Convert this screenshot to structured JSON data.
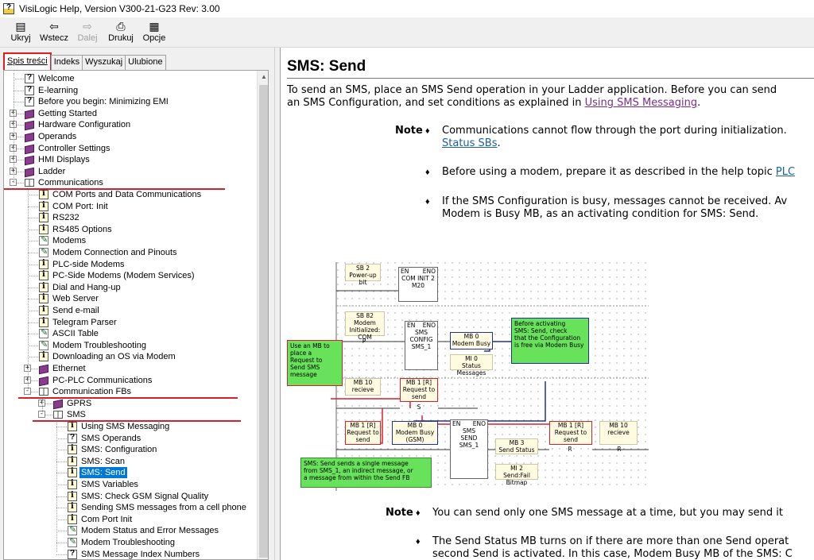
{
  "window": {
    "title": "VisiLogic Help, Version V300-21-G23 Rev: 3.00"
  },
  "toolbar": {
    "hide": "Ukryj",
    "back": "Wstecz",
    "forward": "Dalej",
    "print": "Drukuj",
    "options": "Opcje"
  },
  "tabs": [
    "Spis treści",
    "Indeks",
    "Wyszukaj",
    "Ulubione"
  ],
  "tree": {
    "items": [
      "Welcome",
      "E-learning",
      "Before you begin: Minimizing EMI",
      "Getting Started",
      "Hardware Configuration",
      "Operands",
      "Controller Settings",
      "HMI Displays",
      "Ladder",
      "Communications",
      "COM Ports and Data Communications",
      "COM Port: Init",
      "RS232",
      "RS485 Options",
      "Modems",
      "Modem Connection and Pinouts",
      "PLC-side Modems",
      "PC-Side Modems (Modem Services)",
      "Dial and Hang-up",
      "Web Server",
      "Send e-mail",
      "Telegram Parser",
      "ASCII Table",
      "Modem Troubleshooting",
      "Downloading an OS via Modem",
      "Ethernet",
      "PC-PLC Communications",
      "Communication FBs",
      "GPRS",
      "SMS",
      "Using SMS Messaging",
      "SMS Operands",
      "SMS: Configuration",
      "SMS: Scan",
      "SMS: Send",
      "SMS Variables",
      "SMS: Check GSM Signal Quality",
      "Sending SMS messages from a cell phone",
      "Com Port Init",
      "Modem Status and Error Messages",
      "Modem Troubleshooting",
      "SMS Message Index Numbers"
    ]
  },
  "content": {
    "title": "SMS: Send",
    "intro1": "To send an SMS, place an SMS Send operation in your Ladder application.  Before you can send",
    "intro2a": "an SMS Configuration, and set conditions as explained in ",
    "intro2_link": "Using SMS Messaging",
    "intro2b": ".",
    "note_label": "Note",
    "note1_a": "Communications cannot flow through the port during initialization.",
    "note1_link": "Status SBs",
    "note1_b": ".",
    "note2_a": "Before using a modem, prepare it as described in the help topic ",
    "note2_link": "PLC",
    "note3_a": "If the SMS Configuration is busy, messages cannot be received. Av",
    "note3_b": "Modem is Busy MB, as an activating condition for SMS: Send.",
    "note4": "You can send only one SMS message at a time, but you may send it",
    "note5_a": "The Send Status MB turns on if there are more than one Send operat",
    "note5_b": "second Send is activated. In this case, Modem Busy MB of the SMS: C"
  },
  "diagram": {
    "sb2": "SB 2\nPower-up bit",
    "en": "EN",
    "eno": "ENO",
    "com_init": "COM INIT 2\nM20",
    "sb82": "SB 82\nModem\nInitialized: COM",
    "p": "P",
    "sms_config": "SMS\nCONFIG\nSMS_1",
    "mb0_busy": "MB 0\nModem Busy",
    "mi0": "MI 0\nStatus Messages",
    "note_before": "Before activating\nSMS: Send, check\nthat the Configuration\nis free via Modem Busy",
    "note_use_mb": "Use an MB to\nplace a\nRequest to\nSend SMS\nmessage",
    "mb10_a": "MB 10\nrecieve",
    "mb1_a": "MB 1 [R]\nRequest to\nsend",
    "s": "S",
    "mb1_b": "MB 1 [R]\nRequest to\nsend",
    "mb0_gsm": "MB 0\nModem Busy\n(GSM)",
    "sms_send": "SMS\nSEND\nSMS_1",
    "mb3": "MB 3\nSend Status",
    "mi2": "MI 2\nSend:Fail Bitmap",
    "mb1_c": "MB 1 [R]\nRequest to\nsend",
    "mb10_b": "MB 10\nrecieve",
    "r": "R",
    "note_sms_send": "SMS: Send sends a single message\nfrom SMS_1, an indirect message, or\na message from within the Send FB"
  }
}
